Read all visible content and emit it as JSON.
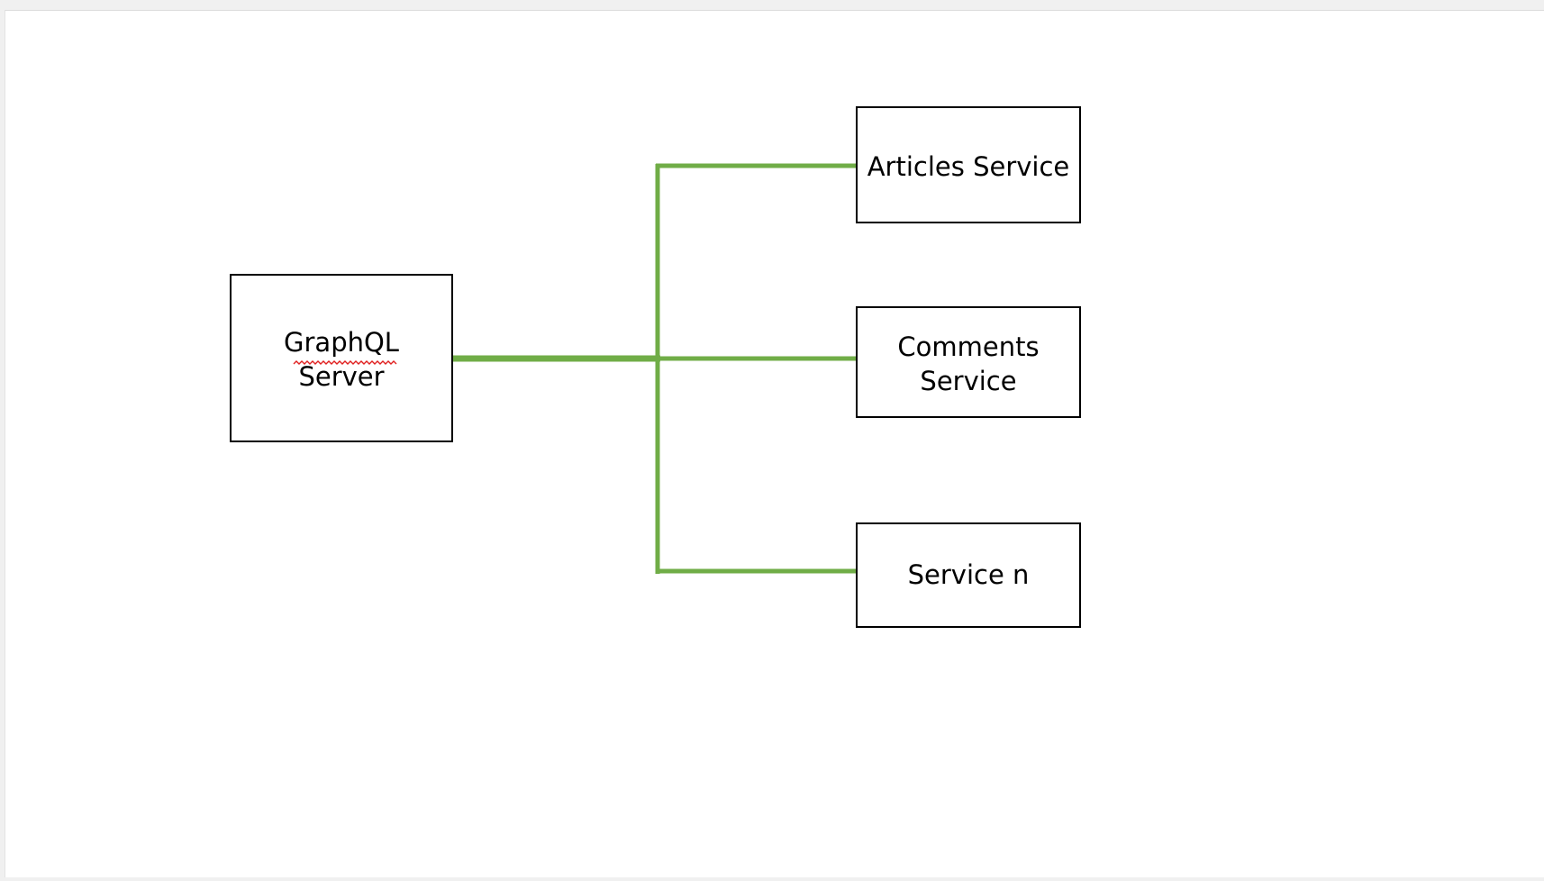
{
  "diagram": {
    "nodes": {
      "graphql_server": {
        "lines": [
          "GraphQL",
          "Server"
        ],
        "spellcheck_underline": "GraphQL"
      },
      "articles_service": {
        "lines": [
          "Articles Service"
        ]
      },
      "comments_service": {
        "lines": [
          "Comments",
          "Service"
        ]
      },
      "service_n": {
        "lines": [
          "Service n"
        ]
      }
    },
    "edges": [
      {
        "from": "graphql_server",
        "to": "articles_service"
      },
      {
        "from": "graphql_server",
        "to": "comments_service"
      },
      {
        "from": "graphql_server",
        "to": "service_n"
      }
    ],
    "colors": {
      "connector": "#70ad47",
      "box_border": "#000000",
      "spellcheck": "#e02020"
    }
  }
}
